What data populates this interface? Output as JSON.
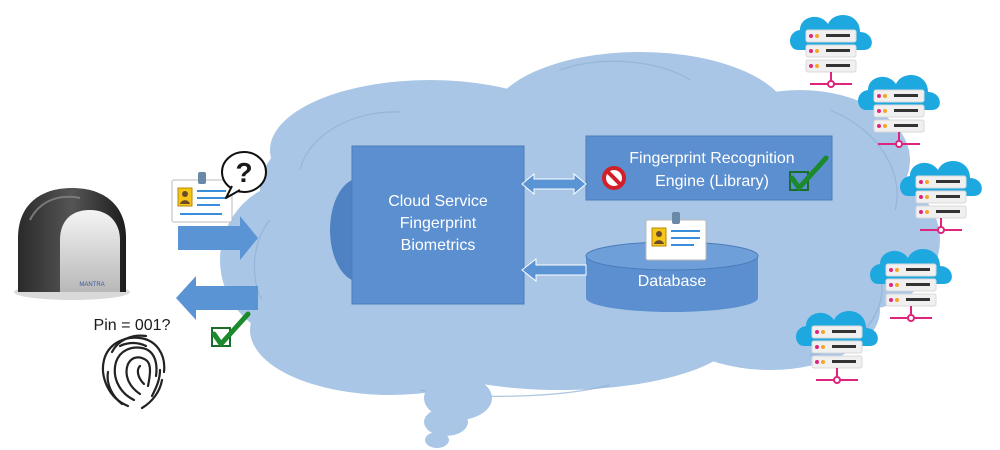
{
  "cloud_service": {
    "line1": "Cloud Service",
    "line2": "Fingerprint",
    "line3": "Biometrics"
  },
  "recognition_engine": {
    "line1": "Fingerprint Recognition",
    "line2": "Engine (Library)"
  },
  "database": {
    "label": "Database"
  },
  "pin_query": "Pin = 001?",
  "question_mark": "?",
  "scanner_brand": "MANTRA",
  "colors": {
    "cloud_fill": "#a9c6e6",
    "box_fill": "#5b8fd0",
    "arrow_fill": "#5b94d4",
    "check_green": "#1b8a2c",
    "server_cloud": "#1ea8e0",
    "server_pink": "#e0247d"
  }
}
